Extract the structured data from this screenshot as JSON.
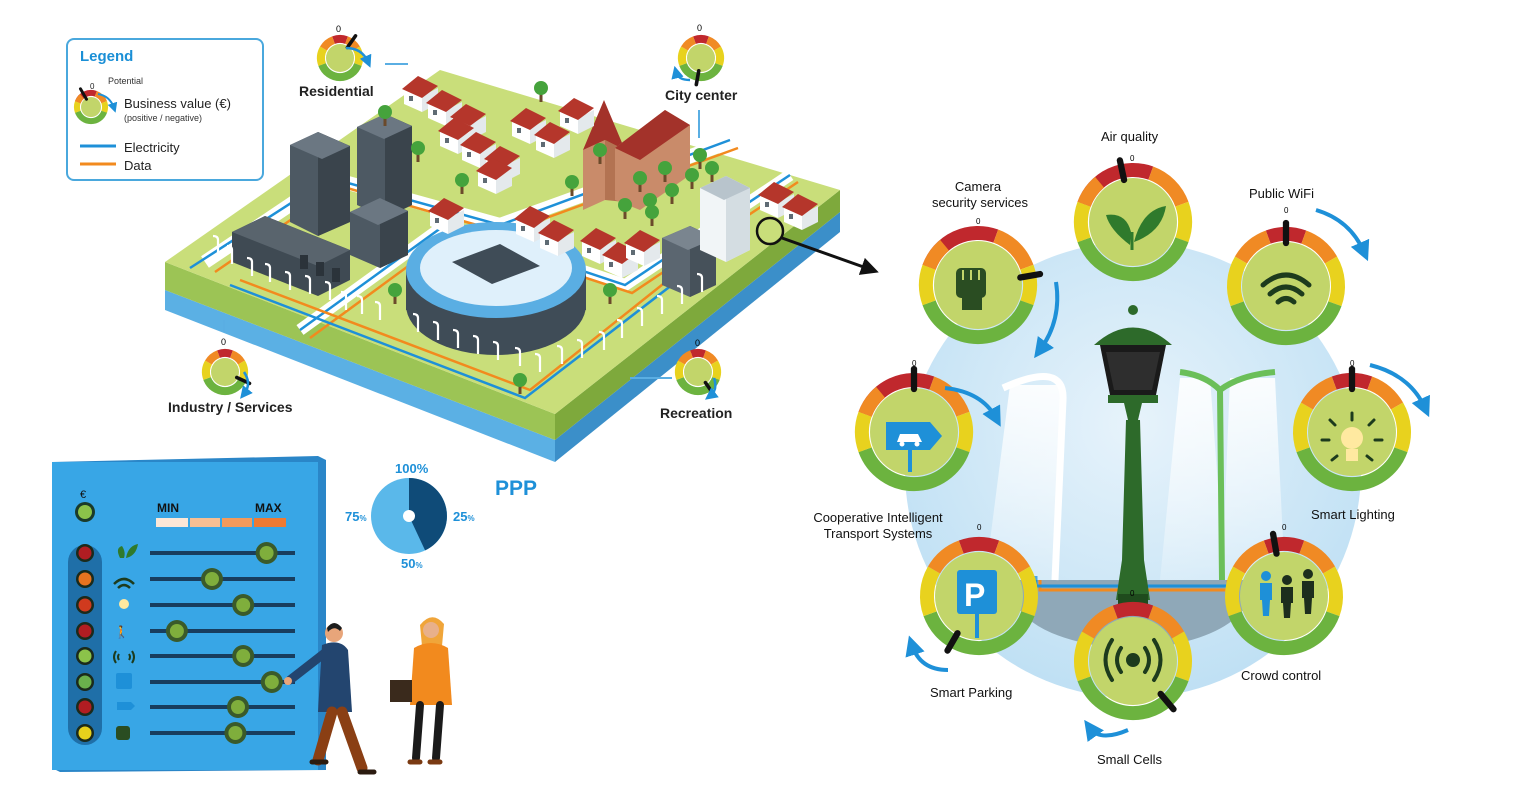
{
  "legend": {
    "title": "Legend",
    "potential": "Potential",
    "business_value": "Business value (€)",
    "business_value_note": "(positive / negative)",
    "electricity": "Electricity",
    "data": "Data",
    "zero": "0"
  },
  "city": {
    "residential": "Residential",
    "city_center": "City center",
    "industry_services": "Industry / Services",
    "recreation": "Recreation"
  },
  "panel": {
    "euro": "€",
    "min": "MIN",
    "max": "MAX",
    "slider_levels": [
      0.82,
      0.4,
      0.64,
      0.13,
      0.64,
      0.86,
      0.6,
      0.58
    ]
  },
  "ppp": {
    "title": "PPP",
    "labels": {
      "p100": "100%",
      "p25": "25",
      "p50": "50",
      "p75": "75",
      "pct": "%"
    }
  },
  "services": {
    "air_quality": "Air quality",
    "camera_line1": "Camera",
    "camera_line2": "security services",
    "public_wifi": "Public WiFi",
    "cits_line1": "Cooperative Intelligent",
    "cits_line2": "Transport Systems",
    "smart_lighting": "Smart Lighting",
    "smart_parking": "Smart Parking",
    "crowd_control": "Crowd control",
    "small_cells": "Small Cells",
    "parking_letter": "P"
  },
  "colors": {
    "blue": "#1e90d8",
    "electricity": "#1e90d8",
    "data": "#f28a1e",
    "gauge_red": "#c0282d",
    "gauge_orange": "#f08a24",
    "gauge_yellow": "#e8d21e",
    "gauge_green": "#6cb33f",
    "icon_bg": "#c2d56a",
    "dark_green": "#2d5a27",
    "panel_blue": "#2f9fe0"
  }
}
